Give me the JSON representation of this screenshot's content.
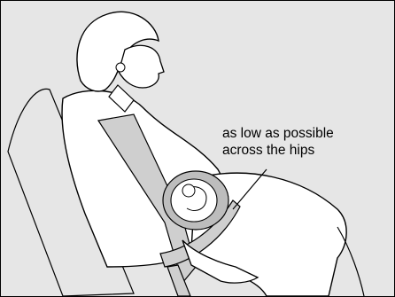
{
  "illustration": {
    "subject": "pregnant woman seated wearing a seat belt",
    "annotation": {
      "line1": "as low as possible",
      "line2": "across the hips"
    },
    "colors": {
      "background": "#e6e6e6",
      "belt": "#cfcfcf",
      "outline": "#000000",
      "fill": "#ffffff"
    }
  }
}
